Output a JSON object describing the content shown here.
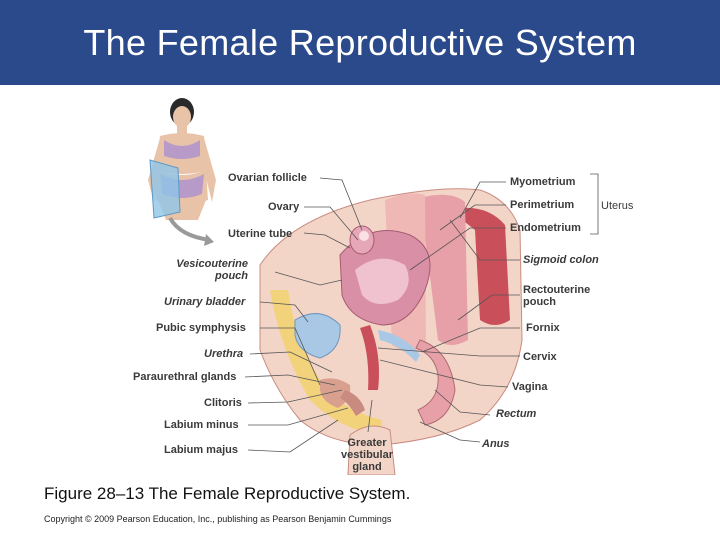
{
  "slide": {
    "title": "The Female Reproductive System",
    "caption": "Figure 28–13 The Female Reproductive System.",
    "copyright": "Copyright © 2009 Pearson Education, Inc., publishing as Pearson Benjamin Cummings"
  },
  "colors": {
    "header_bg": "#2b4a8b",
    "header_text": "#ffffff",
    "tissue_pink": "#e8a0a8",
    "muscle_red": "#c9505a",
    "fat_yellow": "#f2d27a",
    "uterus_pink": "#d98fa6",
    "bladder_blue": "#a8c8e6"
  },
  "labels": {
    "ovarian_follicle": "Ovarian follicle",
    "ovary": "Ovary",
    "uterine_tube": "Uterine tube",
    "vesicouterine_pouch": "Vesicouterine\npouch",
    "urinary_bladder": "Urinary bladder",
    "pubic_symphysis": "Pubic symphysis",
    "urethra": "Urethra",
    "paraurethral_glands": "Paraurethral glands",
    "clitoris": "Clitoris",
    "labium_minus": "Labium minus",
    "labium_majus": "Labium majus",
    "greater_vestibular_gland": "Greater\nvestibular\ngland",
    "myometrium": "Myometrium",
    "perimetrium": "Perimetrium",
    "endometrium": "Endometrium",
    "uterus": "Uterus",
    "sigmoid_colon": "Sigmoid colon",
    "rectouterine_pouch": "Rectouterine\npouch",
    "fornix": "Fornix",
    "cervix": "Cervix",
    "vagina": "Vagina",
    "rectum": "Rectum",
    "anus": "Anus"
  }
}
